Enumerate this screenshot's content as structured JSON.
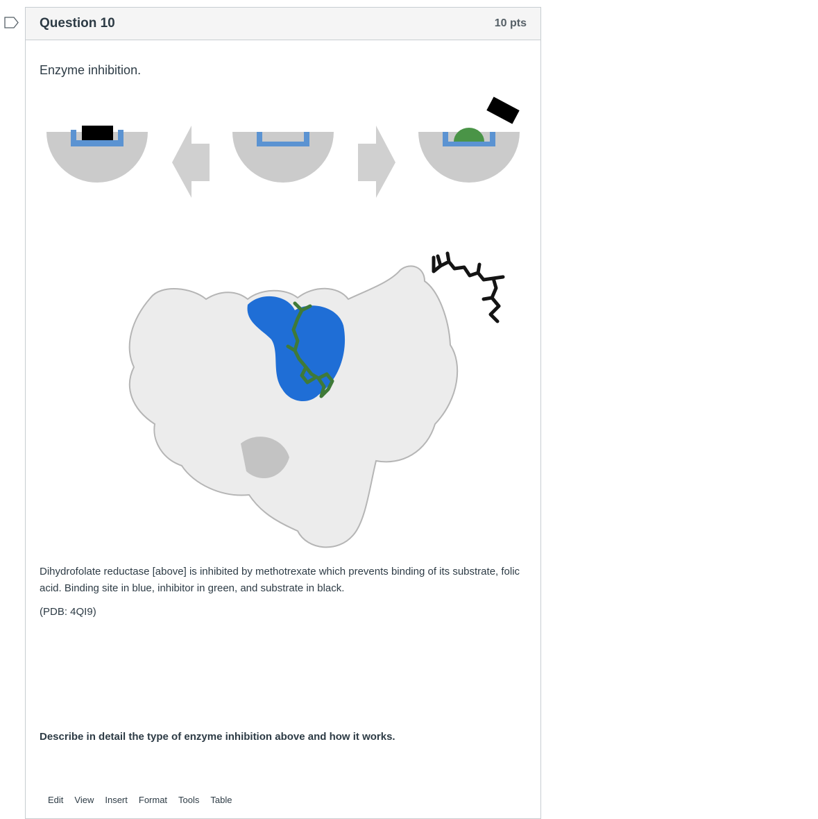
{
  "question": {
    "title": "Question 10",
    "points": "10 pts",
    "intro": "Enzyme inhibition.",
    "description": "Dihydrofolate reductase [above] is inhibited by methotrexate which prevents binding of its substrate, folic acid. Binding site in blue, inhibitor in green, and substrate in black.",
    "pdb": "(PDB: 4QI9)",
    "prompt": "Describe in detail the type of enzyme inhibition above and how it works."
  },
  "editor_menu": [
    "Edit",
    "View",
    "Insert",
    "Format",
    "Tools",
    "Table"
  ],
  "icons": {
    "flag": "bookmark-flag-icon"
  },
  "colors": {
    "binding_site": "#5b93d2",
    "inhibitor": "#4a9447",
    "substrate": "#000000",
    "enzyme": "#cbcbcb",
    "protein_binding_site": "#1f6ed6"
  }
}
